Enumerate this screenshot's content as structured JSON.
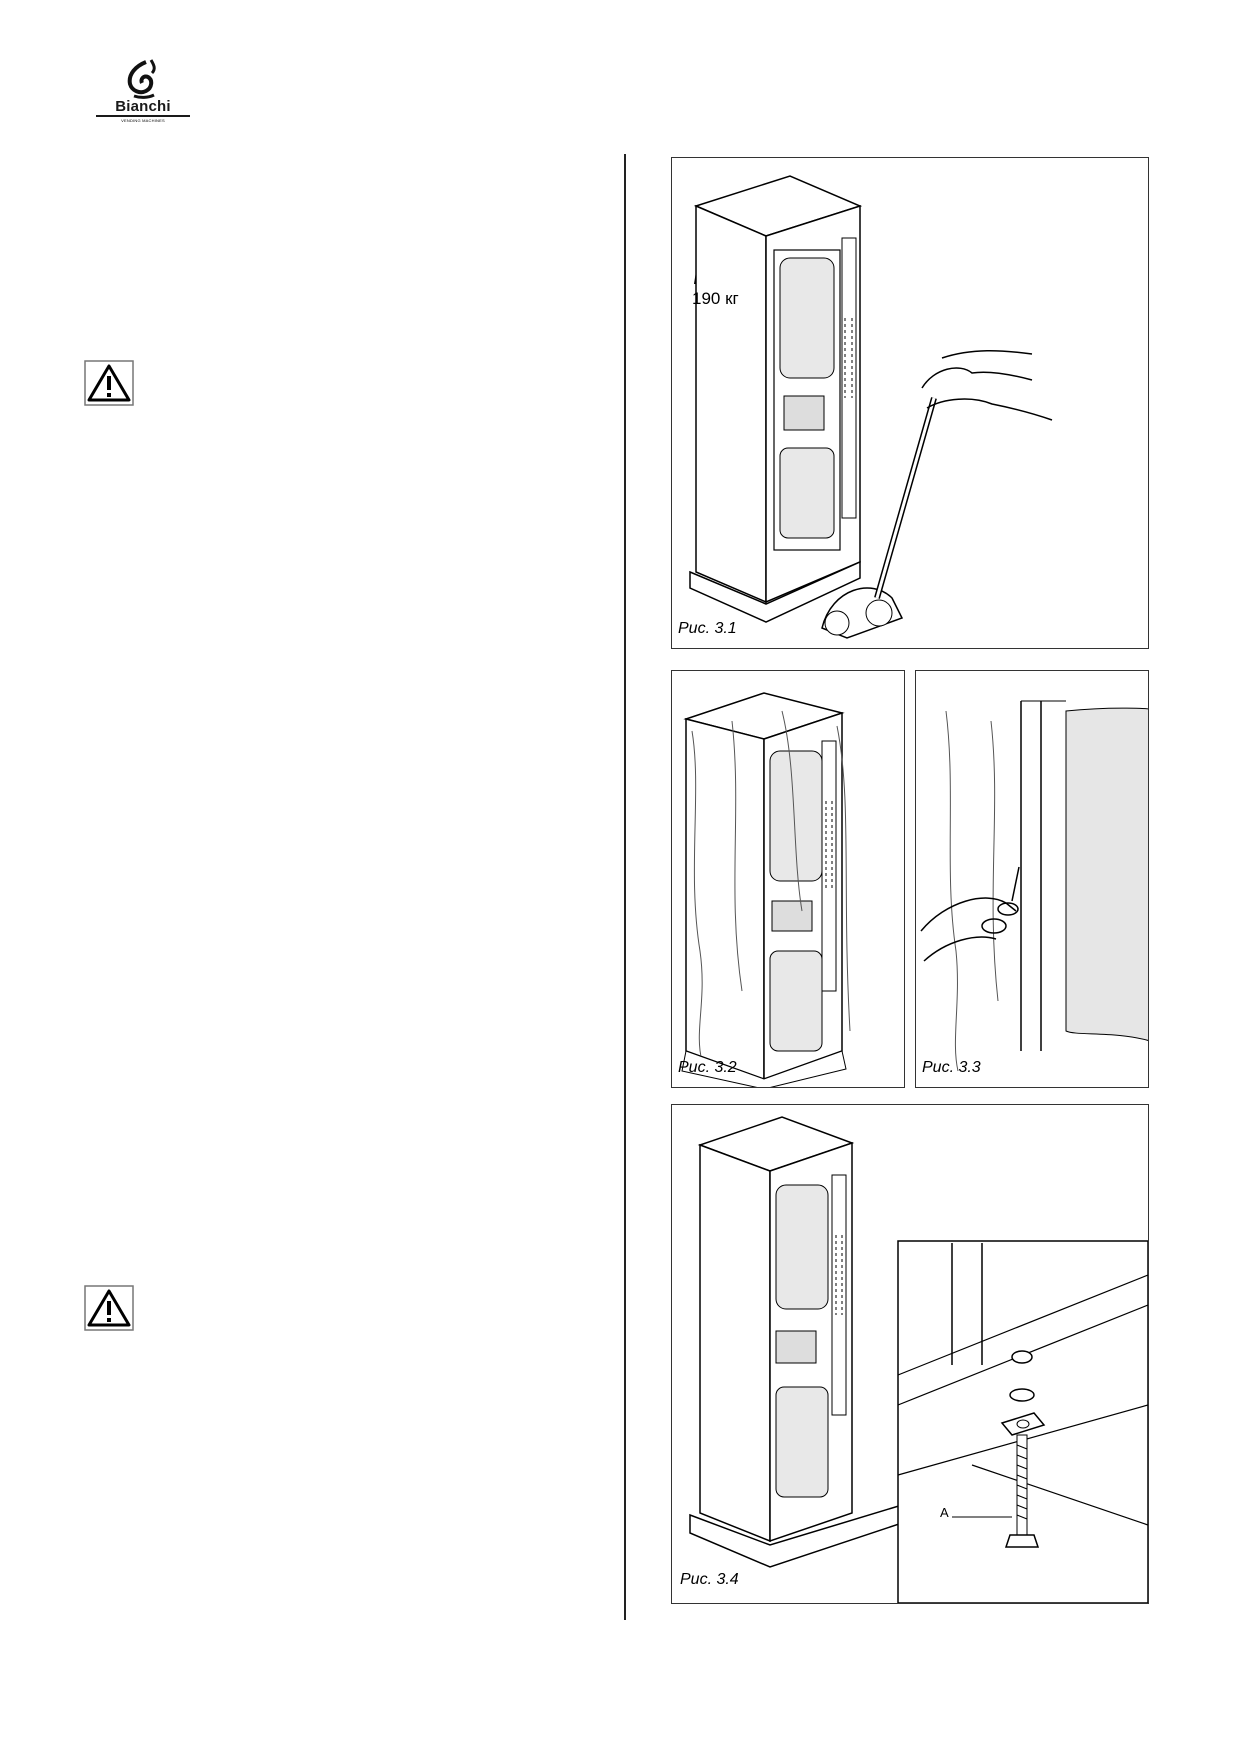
{
  "brand": {
    "name": "Bianchi",
    "sub": "VENDING MACHINES"
  },
  "figures": {
    "fig1": {
      "caption": "Рис. 3.1",
      "weight": "190 кг"
    },
    "fig2": {
      "caption": "Рис. 3.2"
    },
    "fig3": {
      "caption": "Рис. 3.3"
    },
    "fig4": {
      "caption": "Рис. 3.4",
      "label_a": "A"
    }
  },
  "icons": {
    "logo": "bianchi-flame-logo",
    "warning": "warning-triangle-icon",
    "weight": "weight-icon"
  }
}
